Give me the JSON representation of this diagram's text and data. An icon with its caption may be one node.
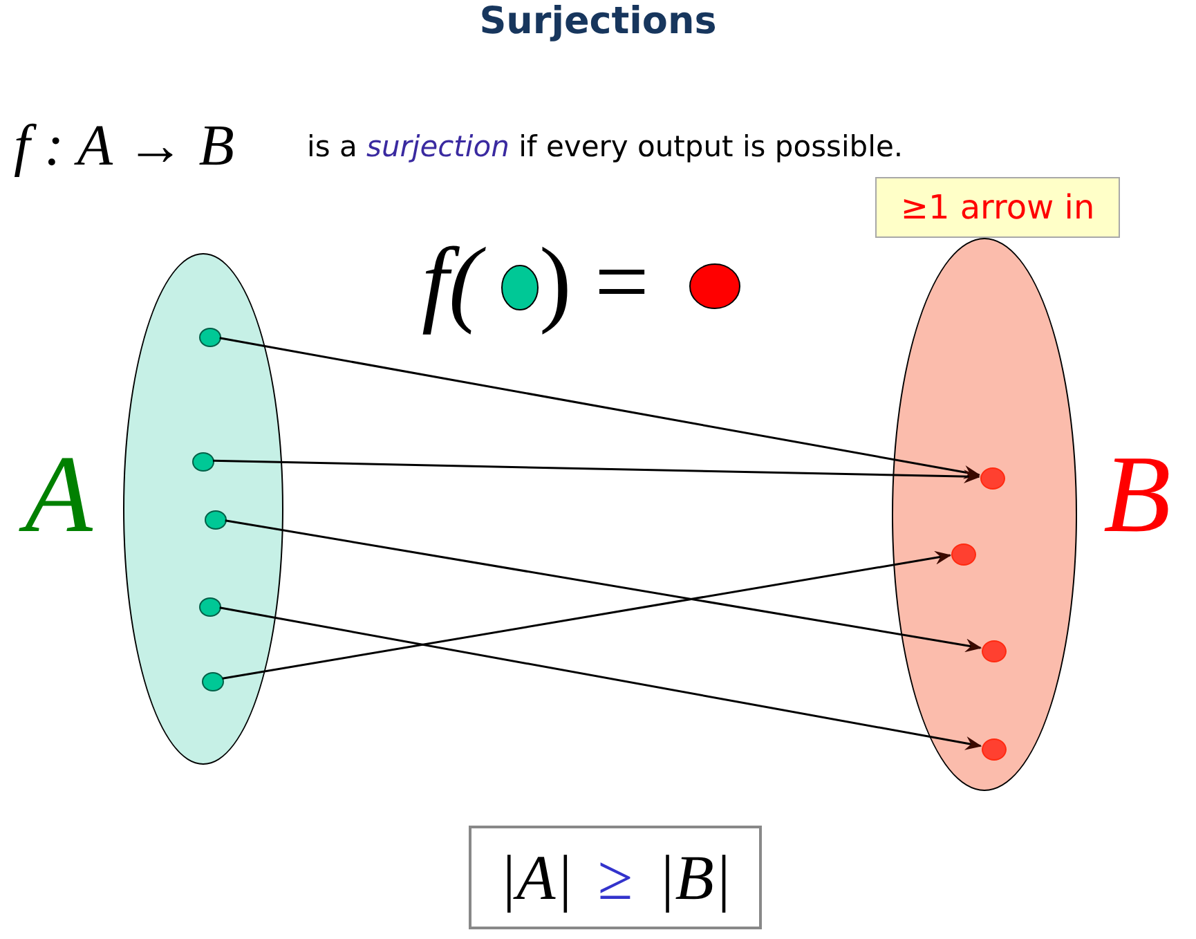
{
  "diagram": {
    "title": "Surjections",
    "nodes": [
      {
        "text": [],
        "shape": "ellipse",
        "beside": [
          "A"
        ]
      },
      {
        "text": [],
        "shape": "circle",
        "in": 0
      },
      {
        "text": [],
        "shape": "circle",
        "in": 0
      },
      {
        "text": [],
        "shape": "circle",
        "in": 0
      },
      {
        "text": [],
        "shape": "circle",
        "in": 0
      },
      {
        "text": [],
        "shape": "circle",
        "in": 0
      },
      {
        "text": [],
        "shape": "ellipse",
        "beside": [
          "B"
        ]
      },
      {
        "text": [],
        "shape": "circle",
        "in": 6
      },
      {
        "text": [],
        "shape": "circle",
        "in": 6
      },
      {
        "text": [],
        "shape": "circle",
        "in": 6
      },
      {
        "text": [],
        "shape": "circle",
        "in": 6
      },
      {
        "text": [
          "≥1 arrow in"
        ]
      },
      {
        "text": [
          "|A|",
          "≥",
          "|B|"
        ]
      }
    ],
    "edges": [
      {
        "from": 1,
        "to": 7,
        "arrow": "to"
      },
      {
        "from": 2,
        "to": 7,
        "arrow": "to"
      },
      {
        "from": 3,
        "to": 9,
        "arrow": "to"
      },
      {
        "from": 4,
        "to": 10,
        "arrow": "to"
      },
      {
        "from": 5,
        "to": 8,
        "arrow": "to"
      }
    ],
    "labels": [
      "f : A → B",
      "is a *surjection* if every output is possible.",
      "f(",
      ")",
      "="
    ]
  }
}
